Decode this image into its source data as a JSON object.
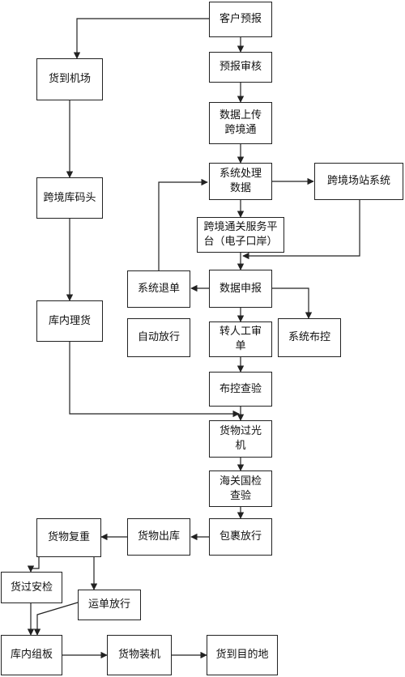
{
  "nodes": {
    "n1": "客户预报",
    "n2": "预报审核",
    "n3": "数据上传跨境通",
    "n4": "系统处理数据",
    "n5": "跨境场站系统",
    "n6": "跨境通关服务平台（电子口岸）",
    "n7": "数据申报",
    "n8": "系统退单",
    "n9": "系统布控",
    "n10": "自动放行",
    "n11": "转人工审单",
    "n12": "布控查验",
    "n13": "货物过光机",
    "n14": "海关国检查验",
    "n15": "包裹放行",
    "n16": "货物出库",
    "n17": "货物复重",
    "n18": "货过安检",
    "n19": "运单放行",
    "n20": "库内组板",
    "n21": "货物装机",
    "n22": "货到目的地",
    "l1": "货到机场",
    "l2": "跨境库码头",
    "l3": "库内理货"
  }
}
